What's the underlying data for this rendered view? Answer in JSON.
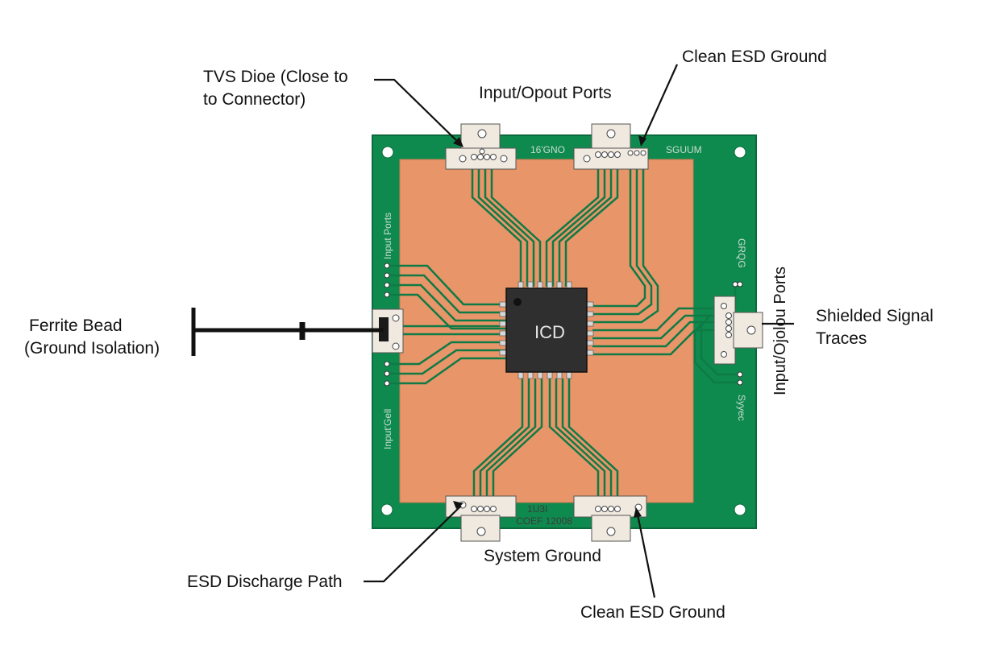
{
  "callouts": {
    "tvs_diode": {
      "line1": "TVS Dioe (Close to",
      "line2": "to Connector)"
    },
    "clean_esd_ground_top": "Clean ESD Ground",
    "input_output_top": "Input/Opout Ports",
    "ferrite_bead": {
      "line1": "Ferrite Bead",
      "line2": "(Ground Isolation)"
    },
    "shielded_signal": {
      "line1": "Shielded Signal",
      "line2": "Traces"
    },
    "input_output_right": "Input/Ojolou Ports",
    "system_ground": "System Ground",
    "esd_discharge": "ESD Discharge Path",
    "clean_esd_ground_bottom": "Clean ESD Ground"
  },
  "chip": {
    "label": "ICD"
  },
  "silkscreen": {
    "top_middle": "16'GNO",
    "top_right": "SGUUM",
    "left_upper": "Input Ports",
    "left_lower": "Input'Gell",
    "right_upper": "GRQG",
    "right_lower": "Syyec",
    "bottom_1": "1U3I",
    "bottom_2": "COEF 12008"
  },
  "colors": {
    "board": "#0f8a4e",
    "pour": "#e8956a",
    "trace": "#0e7a45",
    "chip": "#2f2f2f",
    "connector": "#efe9df"
  }
}
